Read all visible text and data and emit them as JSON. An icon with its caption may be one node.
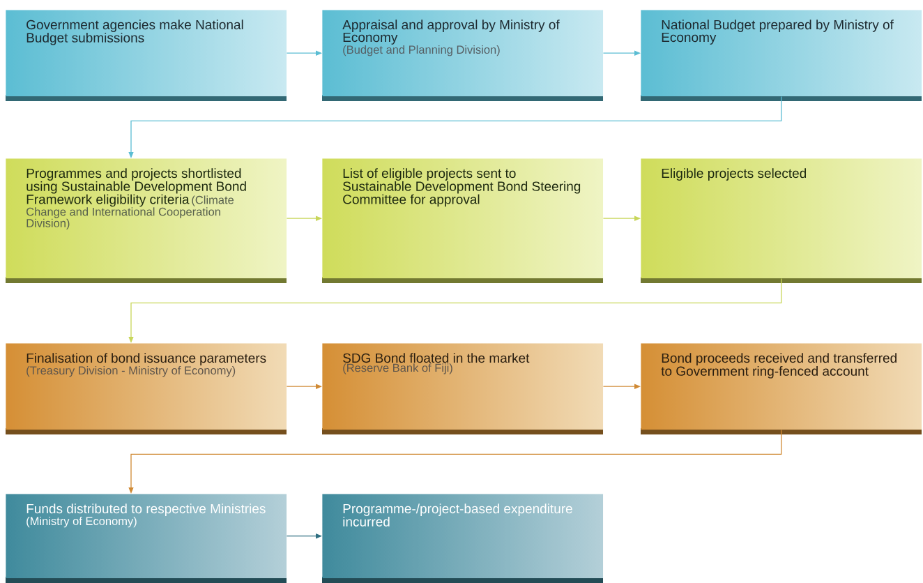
{
  "diagram": {
    "nodes": [
      {
        "text": [
          "Government agencies make National Budget submissions"
        ]
      },
      {
        "text": [
          "Appraisal and approval by Ministry of Economy",
          "(Budget and Planning Division)"
        ]
      },
      {
        "text": [
          "National Budget prepared by Ministry of Economy"
        ]
      },
      {
        "text": [
          "Programmes and projects shortlisted using Sustainable Development Bond Framework eligibility criteria",
          "(Climate Change and International Cooperation Division)"
        ]
      },
      {
        "text": [
          "List of eligible projects sent to Sustainable Development Bond Steering Committee for approval"
        ]
      },
      {
        "text": [
          "Eligible projects selected"
        ]
      },
      {
        "text": [
          "Finalisation of bond issuance parameters",
          "(Treasury Division - Ministry of Economy)"
        ]
      },
      {
        "text": [
          "SDG Bond floated in the market",
          "(Reserve Bank of Fiji)"
        ]
      },
      {
        "text": [
          "Bond proceeds received and transferred to Government ring-fenced account"
        ]
      },
      {
        "text": [
          "Funds distributed to respective Ministries",
          "(Ministry of Economy)"
        ]
      },
      {
        "text": [
          "Programme-/project-based expenditure incurred"
        ]
      }
    ],
    "edges": [
      {
        "from": 0,
        "to": 1,
        "arrow": "to",
        "color": "#5bbdd3"
      },
      {
        "from": 1,
        "to": 2,
        "arrow": "to",
        "color": "#5bbdd3"
      },
      {
        "from": 2,
        "to": 3,
        "arrow": "to",
        "color": "#5bbdd3"
      },
      {
        "from": 3,
        "to": 4,
        "arrow": "to",
        "color": "#c8d65a"
      },
      {
        "from": 4,
        "to": 5,
        "arrow": "to",
        "color": "#c8d65a"
      },
      {
        "from": 5,
        "to": 6,
        "arrow": "to",
        "color": "#c8d65a"
      },
      {
        "from": 6,
        "to": 7,
        "arrow": "to",
        "color": "#d08a35"
      },
      {
        "from": 7,
        "to": 8,
        "arrow": "to",
        "color": "#d08a35"
      },
      {
        "from": 8,
        "to": 9,
        "arrow": "to",
        "color": "#d08a35"
      },
      {
        "from": 9,
        "to": 10,
        "arrow": "to",
        "color": "#2e6e80"
      }
    ]
  }
}
